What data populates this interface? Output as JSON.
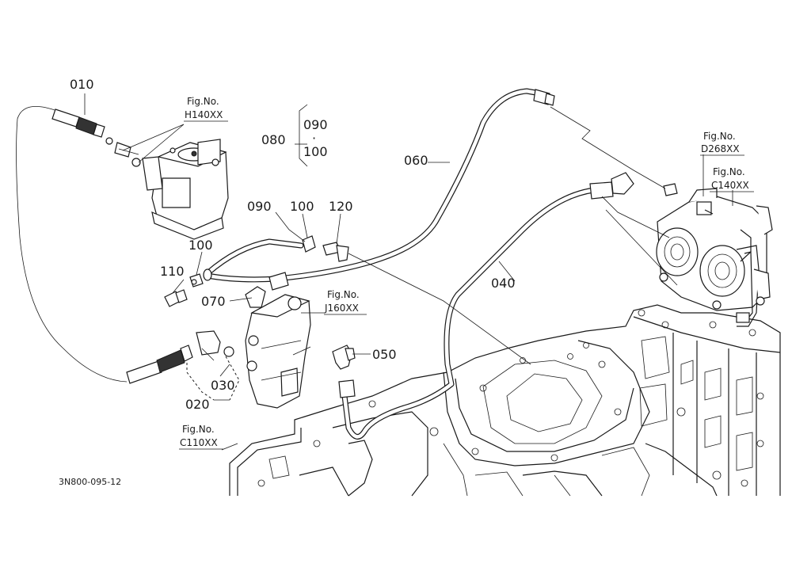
{
  "parts": {
    "p010": "010",
    "p020": "020",
    "p030": "030",
    "p040": "040",
    "p050": "050",
    "p060": "060",
    "p070": "070",
    "p080": "080",
    "p090": "090",
    "p100": "100",
    "p110": "110",
    "p120": "120",
    "brace_top": "090",
    "brace_dot": "·",
    "brace_bottom": "100"
  },
  "figrefs": {
    "fig_label": "Fig.No.",
    "h140": "H140XX",
    "d268": "D268XX",
    "c140": "C140XX",
    "j160": "J160XX",
    "c110": "C110XX"
  },
  "drawing_code": "3N800-095-12"
}
